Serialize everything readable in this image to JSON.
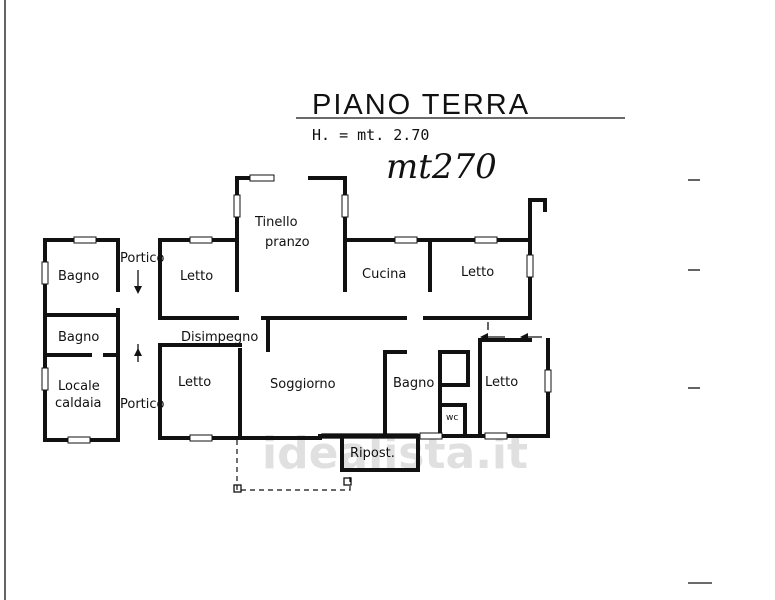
{
  "header": {
    "title": "PIANO TERRA",
    "height_note": "H. = mt. 2.70",
    "handwritten": "mt270"
  },
  "rooms": {
    "bagno_1": "Bagno",
    "portico_1": "Portico",
    "letto_1": "Letto",
    "tinello_line1": "Tinello",
    "tinello_line2": "pranzo",
    "cucina": "Cucina",
    "letto_2": "Letto",
    "bagno_2": "Bagno",
    "disimpegno": "Disimpegno",
    "locale_line1": "Locale",
    "locale_line2": "caldaia",
    "portico_2": "Portico",
    "letto_3": "Letto",
    "soggiorno": "Soggiorno",
    "bagno_3": "Bagno",
    "letto_4": "Letto",
    "wc": "wc",
    "ripostiglio": "Ripost."
  },
  "watermark": "idealista.it",
  "colors": {
    "ink": "#111111",
    "paper": "#ffffff",
    "watermark": "#c8c8c8"
  }
}
